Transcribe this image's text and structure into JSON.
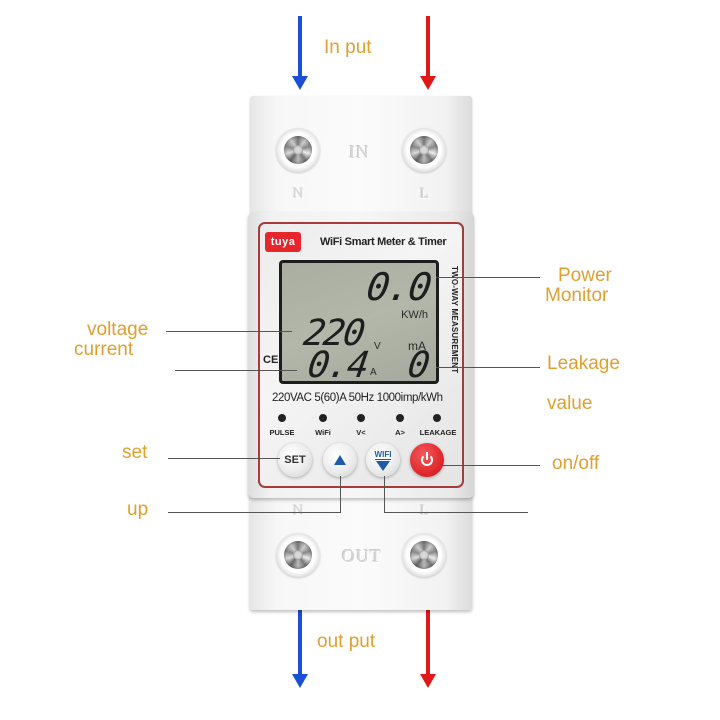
{
  "annotations": {
    "input": "In put",
    "output": "out put",
    "voltage": "voltage",
    "current": "current",
    "power_monitor_line1": "Power",
    "power_monitor_line2": "Monitor",
    "leakage": "Leakage",
    "value": "value",
    "set": "set",
    "up": "up",
    "on_off": "on/off"
  },
  "colors": {
    "label_color": "#e0a030",
    "neutral_arrow": "#1a4fd6",
    "live_arrow": "#e01818",
    "faceplate_border": "#a83a3a",
    "brand_red": "#e6262b",
    "button_blue": "#1e5aa8"
  },
  "device": {
    "brand": "tuya",
    "title": "WiFi Smart Meter & Timer",
    "side_text": "TWO-WAY MEASUREMENT",
    "certification": "CE",
    "spec": "220VAC 5(60)A 50Hz 1000imp/kWh",
    "top_terminals": {
      "block_label": "IN",
      "left": "N",
      "right": "L"
    },
    "bottom_terminals": {
      "block_label": "OUT",
      "left": "N",
      "right": "L"
    },
    "lcd": {
      "energy_value": "0.0",
      "energy_unit": "KW/h",
      "voltage_value": "220",
      "voltage_unit": "V",
      "current_value": "0.4",
      "current_unit": "A",
      "leakage_value": "0",
      "leakage_unit": "mA"
    },
    "indicators": [
      {
        "label": "PULSE"
      },
      {
        "label": "WiFi"
      },
      {
        "label": "V<"
      },
      {
        "label": "A>"
      },
      {
        "label": "LEAKAGE"
      }
    ],
    "buttons": {
      "set": "SET",
      "up_icon": "up-triangle",
      "wifi": "WIFI",
      "wifi_icon": "down-triangle",
      "power_icon": "power-symbol"
    }
  }
}
